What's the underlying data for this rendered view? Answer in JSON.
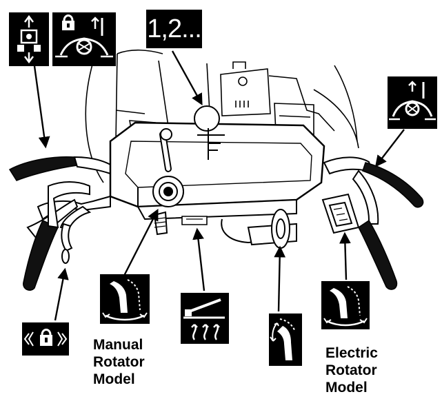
{
  "labels": {
    "key_tag": "1,2...",
    "manual_model": [
      "Manual",
      "Rotator",
      "Model"
    ],
    "electric_model": [
      "Electric",
      "Rotator",
      "Model"
    ]
  },
  "icons": [
    "drive-engage-icon",
    "auger-lock-icon",
    "auger-engage-icon",
    "auger-lock-small-icon",
    "chute-rotate-manual-icon",
    "choke-icon",
    "chute-deflector-icon",
    "chute-rotate-electric-icon"
  ],
  "colors": {
    "ink": "#000000",
    "paper": "#ffffff",
    "shade": "#d8d8d8"
  }
}
